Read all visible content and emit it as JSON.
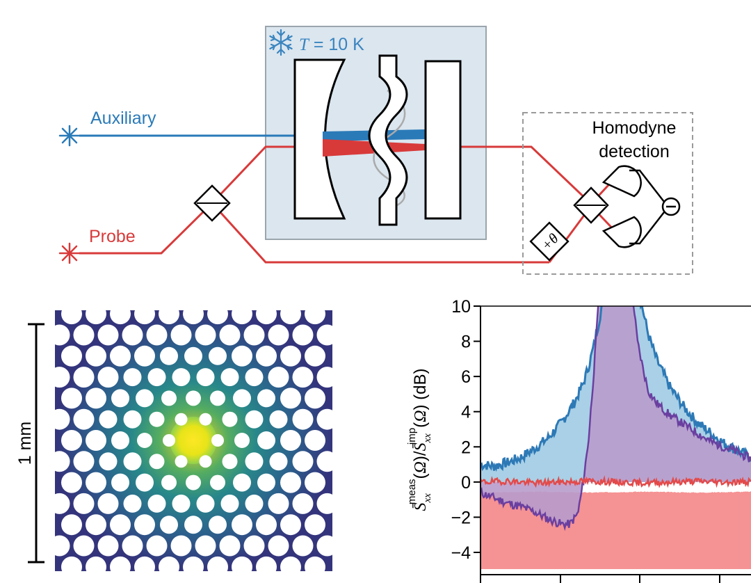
{
  "setup": {
    "temperature": {
      "symbol": "T",
      "text": " = 10 K"
    },
    "auxiliary_label": "Auxiliary",
    "probe_label": "Probe",
    "homodyne_line1": "Homodyne",
    "homodyne_line2": "detection",
    "phase_shifter": "+θ",
    "subtract_symbol": "−"
  },
  "micrograph": {
    "scale_bar_label": "1 mm"
  },
  "colors": {
    "auxiliary": "#2a7ab8",
    "probe": "#d83a3a",
    "cryostat_fill": "#dbe6ef",
    "meas_line": "#2d79b6",
    "meas_fill": "#a9d0e6",
    "purple_line": "#6a3fa0",
    "purple_fill": "#b89ccc",
    "red_line": "#e34a4a",
    "red_fill": "#f59293"
  },
  "chart_data": {
    "type": "line",
    "title": "",
    "ylabel": "S̄xx^meas(Ω)/S̄xx^imp(Ω) (dB)",
    "ylim": [
      -5,
      10
    ],
    "yticks": [
      -4,
      -2,
      0,
      2,
      4,
      6,
      8,
      10
    ],
    "ytick_labels": [
      "−4",
      "−2",
      "0",
      "2",
      "4",
      "6",
      "8",
      "10"
    ],
    "xlim": [
      0,
      1
    ],
    "series": [
      {
        "key": "blue",
        "x": [
          0.0,
          0.05,
          0.1,
          0.15,
          0.2,
          0.25,
          0.3,
          0.35,
          0.38,
          0.4,
          0.42,
          0.44,
          0.46,
          0.48,
          0.5,
          0.52,
          0.54,
          0.56,
          0.58,
          0.6,
          0.62,
          0.65,
          0.7,
          0.75,
          0.8,
          0.85,
          0.9,
          0.95,
          1.0
        ],
        "values": [
          1.0,
          0.9,
          1.1,
          1.4,
          1.9,
          2.5,
          3.4,
          4.6,
          5.6,
          6.6,
          7.8,
          9.3,
          11,
          11,
          11,
          11,
          11,
          11,
          11,
          9.8,
          8.4,
          7.0,
          5.4,
          4.3,
          3.4,
          2.8,
          2.2,
          1.8,
          1.4
        ]
      },
      {
        "key": "purple",
        "x": [
          0.0,
          0.05,
          0.1,
          0.15,
          0.2,
          0.25,
          0.3,
          0.33,
          0.36,
          0.38,
          0.4,
          0.42,
          0.44,
          0.46,
          0.48,
          0.5,
          0.52,
          0.54,
          0.56,
          0.58,
          0.6,
          0.62,
          0.65,
          0.7,
          0.75,
          0.8,
          0.85,
          0.9,
          0.95,
          1.0
        ],
        "values": [
          -0.6,
          -0.9,
          -1.2,
          -1.4,
          -1.7,
          -2.1,
          -2.4,
          -2.4,
          -1.8,
          0.0,
          2.5,
          6.5,
          11,
          11,
          11,
          11,
          11,
          11,
          11,
          8.0,
          6.5,
          5.2,
          4.5,
          3.8,
          3.3,
          2.8,
          2.3,
          2.0,
          1.7,
          1.3
        ]
      },
      {
        "key": "red",
        "x": [
          0.0,
          0.1,
          0.2,
          0.3,
          0.4,
          0.5,
          0.6,
          0.7,
          0.8,
          0.9,
          1.0
        ],
        "values": [
          0.0,
          0.05,
          -0.05,
          0.0,
          0.05,
          0.0,
          -0.05,
          0.0,
          0.05,
          0.0,
          0.0
        ]
      },
      {
        "key": "red_floor",
        "x": [
          0.0,
          0.2,
          0.4,
          0.6,
          0.8,
          1.0
        ],
        "values": [
          -0.6,
          -0.55,
          -0.6,
          -0.55,
          -0.6,
          -0.55
        ]
      }
    ]
  }
}
